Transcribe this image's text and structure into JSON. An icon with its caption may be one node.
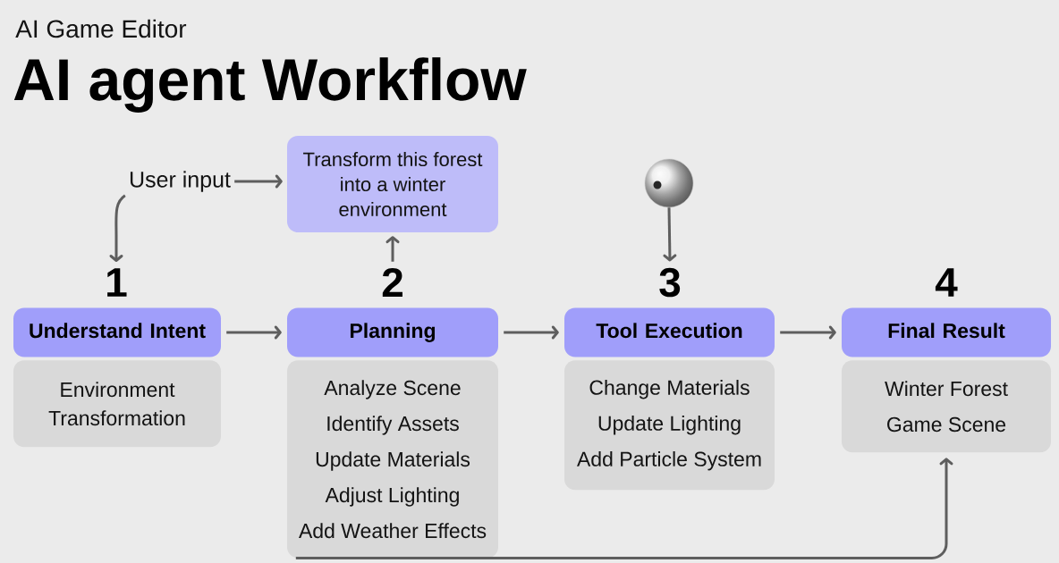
{
  "diagram": {
    "title": "AI agent Workflow",
    "nodes": [
      {
        "text": [
          "User input"
        ]
      },
      {
        "text": [
          "Transform this forest into a winter environment"
        ]
      },
      {
        "text": [],
        "shape": "circle"
      },
      {
        "text": [
          "1"
        ]
      },
      {
        "text": [
          "2"
        ]
      },
      {
        "text": [
          "3"
        ]
      },
      {
        "text": [
          "4"
        ]
      },
      {
        "text": [
          "Understand Intent"
        ]
      },
      {
        "text": [
          "Planning"
        ]
      },
      {
        "text": [
          "Tool Execution"
        ]
      },
      {
        "text": [
          "Final Result"
        ]
      },
      {
        "text": [
          "Environment Transformation"
        ]
      },
      {
        "text": [
          "Analyze Scene",
          "Identify Assets",
          "Update Materials",
          "Adjust Lighting",
          "Add Weather Effects"
        ]
      },
      {
        "text": [
          "Change Materials",
          "Update Lighting",
          "Add Particle System"
        ]
      },
      {
        "text": [
          "Winter Forest",
          "Game Scene"
        ]
      }
    ],
    "edges": [
      {
        "from": 0,
        "to": 3,
        "arrow": "to"
      },
      {
        "from": 0,
        "to": 1,
        "arrow": "to"
      },
      {
        "from": 4,
        "to": 1,
        "arrow": "to"
      },
      {
        "from": 2,
        "to": 5,
        "arrow": "to"
      },
      {
        "from": 7,
        "to": 8,
        "arrow": "to"
      },
      {
        "from": 8,
        "to": 9,
        "arrow": "to"
      },
      {
        "from": 9,
        "to": 10,
        "arrow": "to"
      },
      {
        "from": 12,
        "to": 14,
        "arrow": "to"
      }
    ],
    "labels": [
      "AI Game Editor"
    ]
  }
}
